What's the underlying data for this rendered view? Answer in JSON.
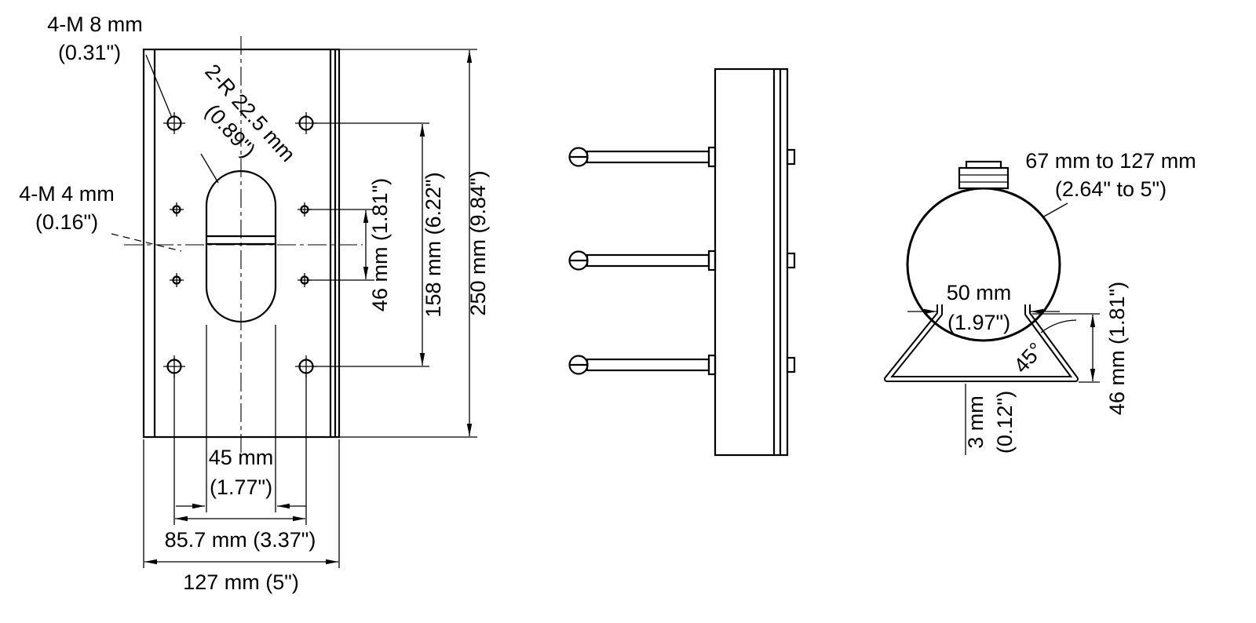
{
  "colors": {
    "background": "#ffffff",
    "line": "#000000"
  },
  "front_view": {
    "labels": {
      "m8_line1": "4-M 8 mm",
      "m8_line2": "(0.31\")",
      "radius_line1": "2-R 22.5 mm",
      "radius_line2": "(0.89\")",
      "m4_line1": "4-M 4 mm",
      "m4_line2": "(0.16\")",
      "dim_46": "46 mm (1.81\")",
      "dim_158": "158 mm (6.22\")",
      "dim_250": "250 mm (9.84\")",
      "dim_45_line1": "45 mm",
      "dim_45_line2": "(1.77\")",
      "dim_85_7": "85.7 mm (3.37\")",
      "dim_127": "127 mm (5\")"
    }
  },
  "clamp_view": {
    "labels": {
      "range_line1": "67 mm to 127 mm",
      "range_line2": "(2.64\" to 5\")",
      "dim_50_line1": "50 mm",
      "dim_50_line2": "(1.97\")",
      "angle_45": "45°",
      "thickness_line1": "3 mm",
      "thickness_line2": "(0.12\")",
      "dim_46_depth": "46 mm (1.81\")"
    }
  }
}
